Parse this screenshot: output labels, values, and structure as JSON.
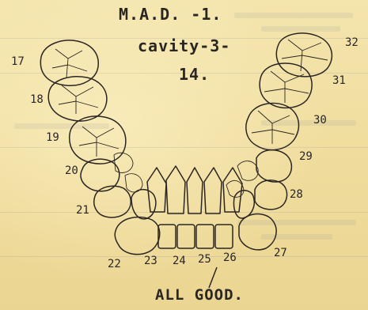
{
  "chart_header": {
    "line1": "M.A.D. -1.",
    "line2": "cavity-3-",
    "line3": "14."
  },
  "tooth_numbers": [
    "17",
    "18",
    "19",
    "20",
    "21",
    "22",
    "23",
    "24",
    "25",
    "26",
    "27",
    "28",
    "29",
    "30",
    "31",
    "32"
  ],
  "footer_note": "ALL GOOD."
}
